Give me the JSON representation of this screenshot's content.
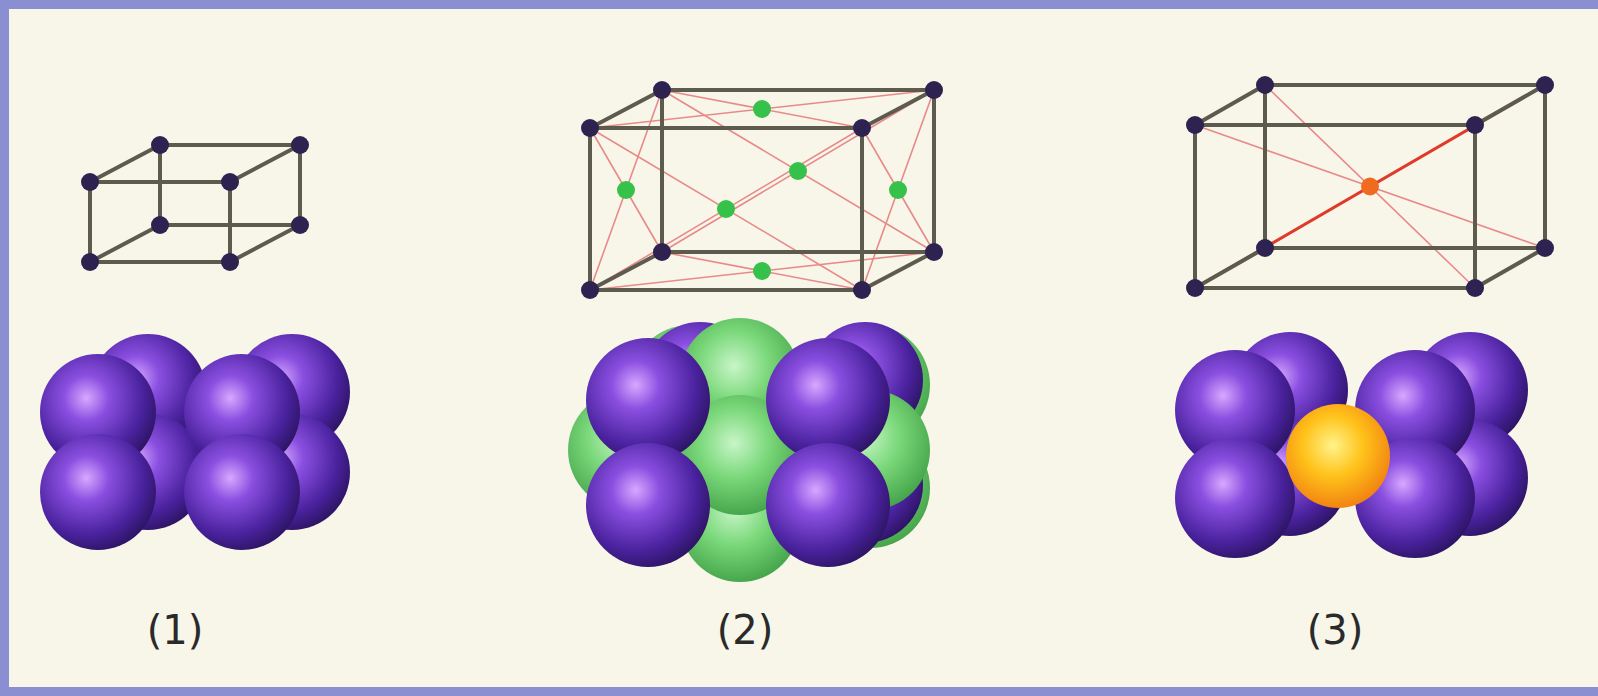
{
  "diagram": {
    "labels": [
      "(1)",
      "(2)",
      "(3)"
    ]
  }
}
